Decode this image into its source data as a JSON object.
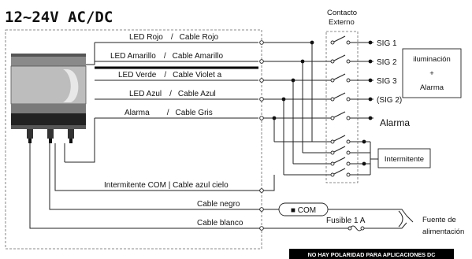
{
  "title": "12~24V AC/DC",
  "contact_label_line1": "Contacto",
  "contact_label_line2": "Externo",
  "wires": [
    {
      "led": "LED Rojo",
      "cable": "Cable Rojo"
    },
    {
      "led": "LED Amarillo",
      "cable": "Cable Amarillo"
    },
    {
      "led": "LED Verde",
      "cable": "Cable Violet a"
    },
    {
      "led": "LED Azul",
      "cable": "Cable Azul"
    },
    {
      "led": "Alarma",
      "cable": "Cable Gris"
    }
  ],
  "signals": [
    "SIG 1",
    "SIG 2",
    "SIG 3",
    "(SIG 2)",
    "Alarma"
  ],
  "illumination_box": {
    "line1": "iluminación",
    "line2": "+",
    "line3": "Alarma"
  },
  "blink_box": "Intermitente",
  "common_wire": "Intermitente  COM   |  Cable azul cielo",
  "black_wire": "Cable negro",
  "white_wire": "Cable blanco",
  "com_label": "■ COM",
  "fuse_label": "Fusible 1  A",
  "power_line1": "Fuente de",
  "power_line2": "alimentación",
  "polarity_note": "NO HAY POLARIDAD PARA  APLICACIONES  DC"
}
